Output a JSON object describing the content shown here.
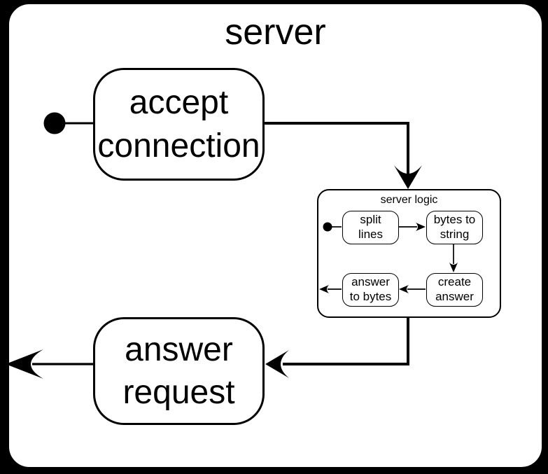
{
  "diagram": {
    "outer_state": {
      "title": "server"
    },
    "accept_connection": {
      "line1": "accept",
      "line2": "connection"
    },
    "answer_request": {
      "line1": "answer",
      "line2": "request"
    },
    "server_logic": {
      "title": "server logic",
      "split_lines": {
        "line1": "split",
        "line2": "lines"
      },
      "bytes_to_string": {
        "line1": "bytes to",
        "line2": "string"
      },
      "create_answer": {
        "line1": "create",
        "line2": "answer"
      },
      "answer_to_bytes": {
        "line1": "answer",
        "line2": "to bytes"
      }
    },
    "colors": {
      "page_background": "#000000",
      "state_fill": "#ffffff",
      "stroke": "#000000"
    }
  }
}
